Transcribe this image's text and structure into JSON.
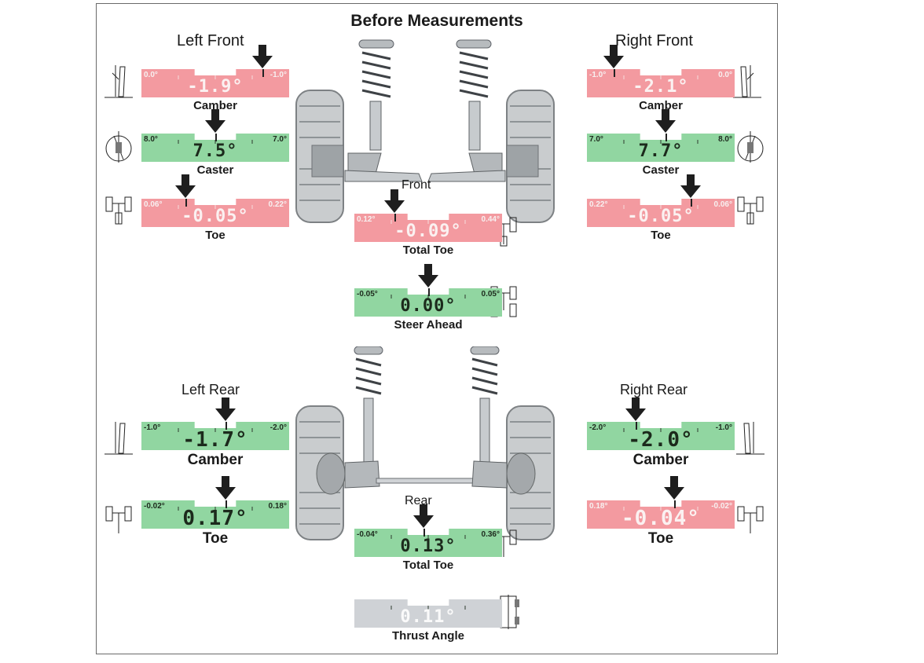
{
  "title": "Before Measurements",
  "colors": {
    "red": "#f39aa0",
    "green": "#91d6a1",
    "gray": "#cfd2d6",
    "arrow": "#1e1e1e"
  },
  "left_front": {
    "label": "Left Front",
    "camber": {
      "min": "0.0°",
      "max": "-1.0°",
      "value": "-1.9°",
      "label": "Camber",
      "status": "red",
      "pointer": 0.82
    },
    "caster": {
      "min": "8.0°",
      "max": "7.0°",
      "value": "7.5°",
      "label": "Caster",
      "status": "green",
      "pointer": 0.5
    },
    "toe": {
      "min": "0.06°",
      "max": "0.22°",
      "value": "-0.05°",
      "label": "Toe",
      "status": "red",
      "pointer": 0.3
    }
  },
  "right_front": {
    "label": "Right Front",
    "camber": {
      "min": "-1.0°",
      "max": "0.0°",
      "value": "-2.1°",
      "label": "Camber",
      "status": "red",
      "pointer": 0.18
    },
    "caster": {
      "min": "7.0°",
      "max": "8.0°",
      "value": "7.7°",
      "label": "Caster",
      "status": "green",
      "pointer": 0.53
    },
    "toe": {
      "min": "0.22°",
      "max": "0.06°",
      "value": "-0.05°",
      "label": "Toe",
      "status": "red",
      "pointer": 0.7
    }
  },
  "front_center": {
    "label": "Front",
    "total_toe": {
      "min": "0.12°",
      "max": "0.44°",
      "value": "-0.09°",
      "label": "Total Toe",
      "status": "red",
      "pointer": 0.27
    },
    "steer_ahead": {
      "min": "-0.05°",
      "max": "0.05°",
      "value": "0.00°",
      "label": "Steer Ahead",
      "status": "green",
      "pointer": 0.5
    }
  },
  "left_rear": {
    "label": "Left Rear",
    "camber": {
      "min": "-1.0°",
      "max": "-2.0°",
      "value": "-1.7°",
      "label": "Camber",
      "status": "green",
      "pointer": 0.57
    },
    "toe": {
      "min": "-0.02°",
      "max": "0.18°",
      "value": "0.17°",
      "label": "Toe",
      "status": "green",
      "pointer": 0.57
    }
  },
  "right_rear": {
    "label": "Right Rear",
    "camber": {
      "min": "-2.0°",
      "max": "-1.0°",
      "value": "-2.0°",
      "label": "Camber",
      "status": "green",
      "pointer": 0.33
    },
    "toe": {
      "min": "0.18°",
      "max": "-0.02°",
      "value": "-0.04°",
      "label": "Toe",
      "status": "red",
      "pointer": 0.59
    }
  },
  "rear_center": {
    "label": "Rear",
    "total_toe": {
      "min": "-0.04°",
      "max": "0.36°",
      "value": "0.13°",
      "label": "Total Toe",
      "status": "green",
      "pointer": 0.47
    },
    "thrust_angle": {
      "value": "0.11°",
      "label": "Thrust Angle",
      "status": "gray"
    }
  }
}
